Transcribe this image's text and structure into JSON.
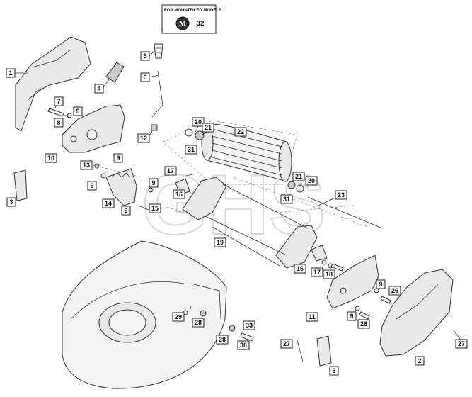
{
  "note": {
    "title": "FOR MOUNTFILED MODELS",
    "badge_letter": "M",
    "part_number": "32"
  },
  "watermark": "GHS",
  "callouts": {
    "c1": "1",
    "c2": "2",
    "c3a": "3",
    "c3b": "3",
    "c4": "4",
    "c5": "5",
    "c6": "6",
    "c7": "7",
    "c8": "8",
    "c9a": "9",
    "c9b": "9",
    "c9c": "9",
    "c9d": "9",
    "c9e": "9",
    "c9f": "9",
    "c10": "10",
    "c11": "11",
    "c12": "12",
    "c13": "13",
    "c14": "14",
    "c15": "15",
    "c16a": "16",
    "c16b": "16",
    "c17a": "17",
    "c17b": "17",
    "c18": "18",
    "c19": "19",
    "c20a": "20",
    "c20b": "20",
    "c21a": "21",
    "c21b": "21",
    "c22": "22",
    "c23": "23",
    "c26a": "26",
    "c26b": "26",
    "c27a": "27",
    "c27b": "27",
    "c28a": "28",
    "c28b": "28",
    "c29": "29",
    "c30": "30",
    "c31a": "31",
    "c31b": "31",
    "c33": "33"
  }
}
